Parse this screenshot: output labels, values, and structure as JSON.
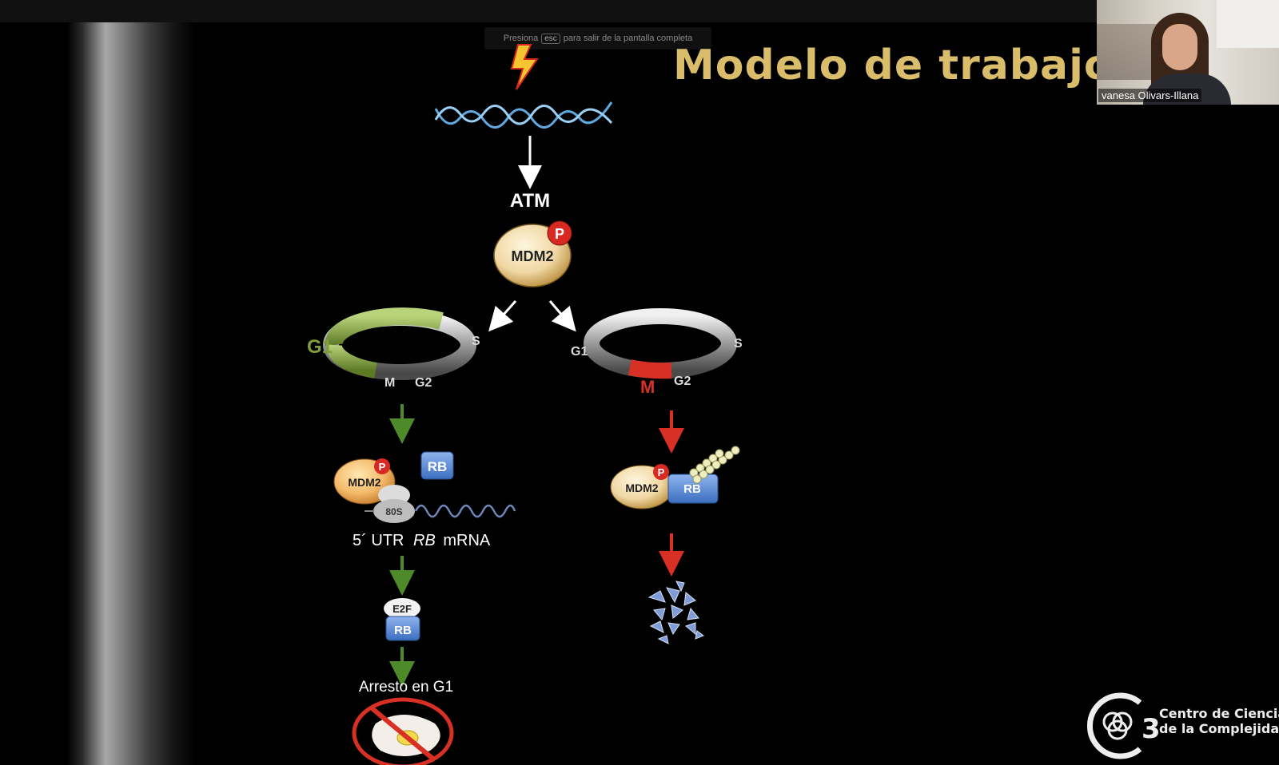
{
  "overlay": {
    "esc_prefix": "Presiona",
    "esc_key": "esc",
    "esc_suffix": "para salir de la pantalla completa"
  },
  "slide": {
    "title": "Modelo de trabajo",
    "atm": "ATM",
    "mdm2": "MDM2",
    "phospho": "P",
    "left_cycle": {
      "g1": "G1",
      "s": "S",
      "m": "M",
      "g2": "G2"
    },
    "right_cycle": {
      "g1": "G1",
      "s": "S",
      "m": "M",
      "g2": "G2"
    },
    "rb": "RB",
    "ribosome": "80S",
    "utr_label_pre": "5´ UTR",
    "utr_label_rb": "RB",
    "utr_label_post": "mRNA",
    "e2f": "E2F",
    "arrest": "Arresto en G1"
  },
  "participant": {
    "name": "vanesa Olivars-Illana"
  },
  "logo": {
    "line1": "Centro de Ciencias",
    "line2": "de la Complejidad"
  },
  "colors": {
    "title": "#d9bd6a",
    "green_arrow": "#4e8a2a",
    "red_arrow": "#d93025",
    "rb_blue": "#4a7fd0",
    "mdm2_fill": "#f2ddb0",
    "background": "#000000"
  }
}
